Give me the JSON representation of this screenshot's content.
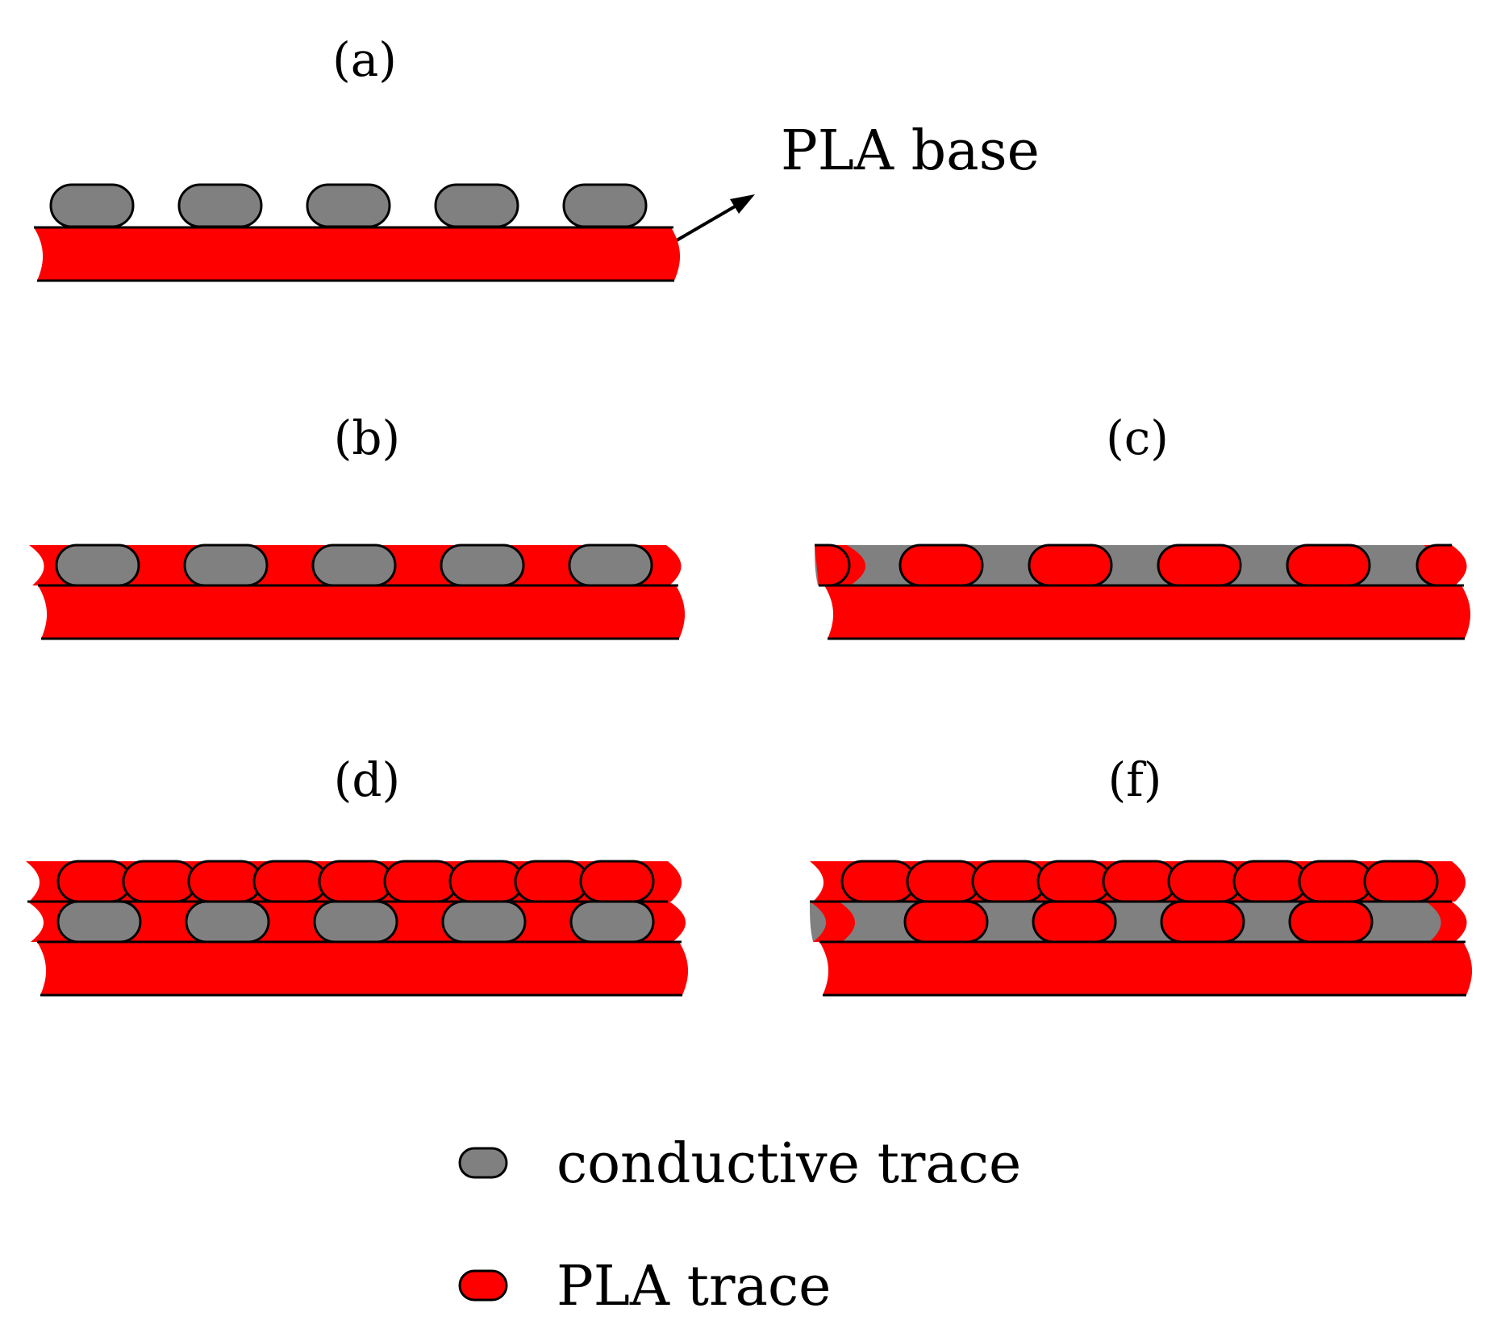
{
  "colors": {
    "pla": "#ff0000",
    "conductive": "#808080",
    "outline": "#000000",
    "background": "#ffffff"
  },
  "annotations": {
    "pla_base": "PLA base"
  },
  "panels": [
    {
      "id": "a",
      "label": "(a)",
      "rows": [
        [
          "C",
          "C",
          "C",
          "C",
          "C"
        ]
      ],
      "filled_gaps": false
    },
    {
      "id": "b",
      "label": "(b)",
      "rows": [
        [
          "C",
          "C",
          "C",
          "C",
          "C"
        ]
      ],
      "filled_gaps": true
    },
    {
      "id": "c",
      "label": "(c)",
      "rows": [
        [
          "P",
          "P",
          "P",
          "P"
        ]
      ],
      "filled_gaps": true
    },
    {
      "id": "d",
      "label": "(d)",
      "rows": [
        [
          "C",
          "C",
          "C",
          "C",
          "C"
        ],
        [
          "P",
          "P",
          "P",
          "P",
          "P",
          "P",
          "P",
          "P",
          "P"
        ]
      ],
      "filled_gaps": true
    },
    {
      "id": "f",
      "label": "(f)",
      "rows": [
        [
          "P",
          "P",
          "P",
          "P"
        ],
        [
          "P",
          "P",
          "P",
          "P",
          "P",
          "P",
          "P",
          "P",
          "P"
        ]
      ],
      "filled_gaps": true
    }
  ],
  "legend": {
    "items": [
      {
        "label": "conductive trace",
        "material": "conductive"
      },
      {
        "label": "PLA trace",
        "material": "pla"
      }
    ]
  }
}
